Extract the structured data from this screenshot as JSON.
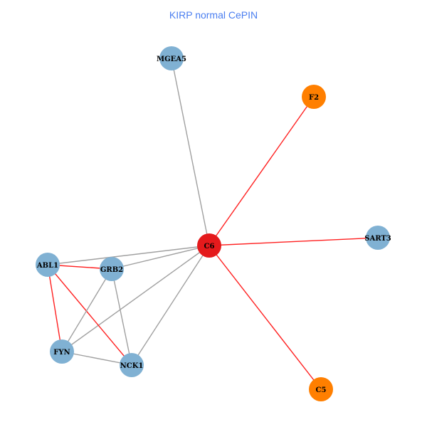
{
  "title": "KIRP normal CePIN",
  "colors": {
    "title": "#4a7ef0",
    "node_default": "#80b1d3",
    "node_center": "#e41a1c",
    "node_highlight": "#ff7f00",
    "edge_gray": "#a0a0a0",
    "edge_red": "#ff2020",
    "label": "#000000"
  },
  "nodes": [
    {
      "id": "MGEA5",
      "group": "default"
    },
    {
      "id": "F2",
      "group": "highlight"
    },
    {
      "id": "C6",
      "group": "center"
    },
    {
      "id": "SART3",
      "group": "default"
    },
    {
      "id": "ABL1",
      "group": "default"
    },
    {
      "id": "GRB2",
      "group": "default"
    },
    {
      "id": "FYN",
      "group": "default"
    },
    {
      "id": "NCK1",
      "group": "default"
    },
    {
      "id": "C5",
      "group": "highlight"
    }
  ],
  "edges": [
    {
      "source": "MGEA5",
      "target": "C6",
      "type": "gray"
    },
    {
      "source": "F2",
      "target": "C6",
      "type": "red"
    },
    {
      "source": "SART3",
      "target": "C6",
      "type": "red"
    },
    {
      "source": "C5",
      "target": "C6",
      "type": "red"
    },
    {
      "source": "ABL1",
      "target": "C6",
      "type": "gray"
    },
    {
      "source": "GRB2",
      "target": "C6",
      "type": "gray"
    },
    {
      "source": "FYN",
      "target": "C6",
      "type": "gray"
    },
    {
      "source": "NCK1",
      "target": "C6",
      "type": "gray"
    },
    {
      "source": "ABL1",
      "target": "GRB2",
      "type": "red"
    },
    {
      "source": "ABL1",
      "target": "FYN",
      "type": "red"
    },
    {
      "source": "ABL1",
      "target": "NCK1",
      "type": "red"
    },
    {
      "source": "GRB2",
      "target": "FYN",
      "type": "gray"
    },
    {
      "source": "GRB2",
      "target": "NCK1",
      "type": "gray"
    },
    {
      "source": "FYN",
      "target": "NCK1",
      "type": "gray"
    }
  ]
}
